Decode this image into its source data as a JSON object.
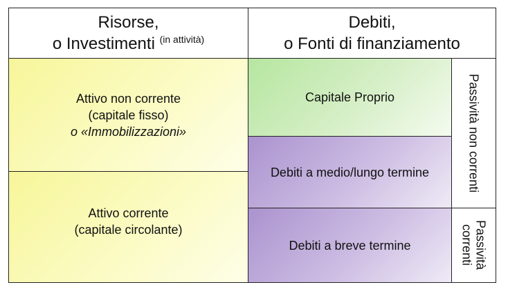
{
  "header": {
    "left": {
      "line1": "Risorse,",
      "line2": "o Investimenti",
      "note": "(in attività)"
    },
    "right": {
      "line1": "Debiti,",
      "line2": "o Fonti di finanziamento"
    }
  },
  "assets": {
    "non_current": {
      "line1": "Attivo non corrente",
      "line2": "(capitale fisso)",
      "line3": "o «Immobilizzazioni»"
    },
    "current": {
      "line1": "Attivo corrente",
      "line2": "(capitale circolante)"
    }
  },
  "liabilities": {
    "equity": "Capitale Proprio",
    "long_term": "Debiti a medio/lungo termine",
    "short_term": "Debiti a breve termine"
  },
  "side_labels": {
    "non_current": "Passività non correnti",
    "current": {
      "line1": "Passività",
      "line2": "correnti"
    }
  }
}
